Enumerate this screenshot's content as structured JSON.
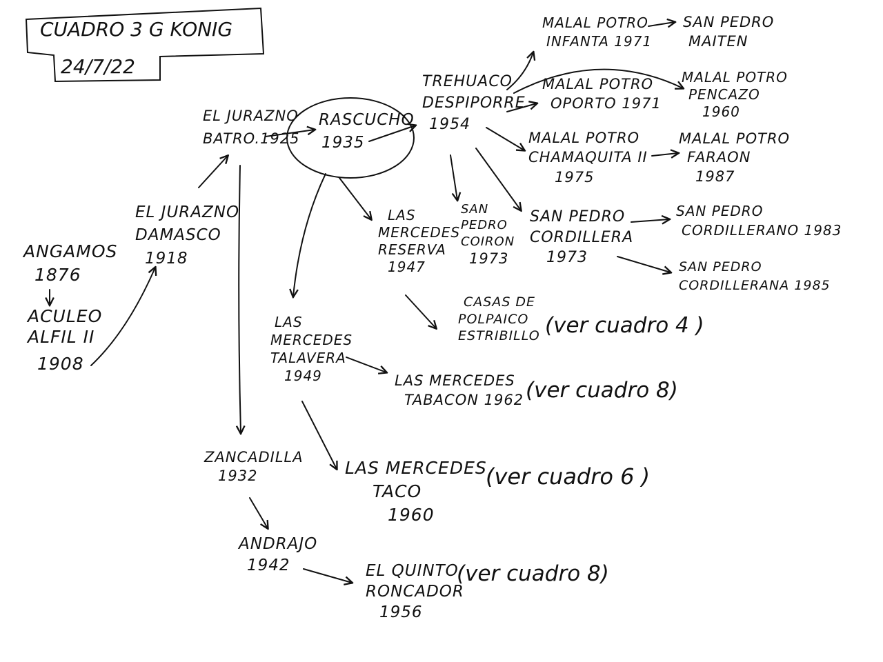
{
  "header": {
    "title": "CUADRO 3 G KONIG",
    "date": "24/7/22"
  },
  "nodes": {
    "angamos": {
      "lines": [
        "ANGAMOS",
        "1876"
      ]
    },
    "aculeo": {
      "lines": [
        "ACULEO",
        "ALFIL II"
      ]
    },
    "aculeo_year": {
      "lines": [
        "1908"
      ]
    },
    "eljurazno_damasco": {
      "lines": [
        "EL JURAZNO",
        "DAMASCO",
        "1918"
      ]
    },
    "eljurazno_batro": {
      "lines": [
        "EL JURAZNO",
        "BATRO.1925"
      ]
    },
    "rascucho": {
      "lines": [
        "RASCUCHO",
        "1935"
      ]
    },
    "trehuaco": {
      "lines": [
        "TREHUACO",
        "DESPIPORRE",
        "1954"
      ]
    },
    "malal_infanta": {
      "lines": [
        "MALAL POTRO",
        "INFANTA 1971"
      ]
    },
    "sanpedro_maiten": {
      "lines": [
        "SAN PEDRO",
        "MAITEN"
      ]
    },
    "malal_oporto": {
      "lines": [
        "MALAL POTRO",
        "OPORTO 1971"
      ]
    },
    "malal_pencazo": {
      "lines": [
        "MALAL POTRO",
        "PENCAZO",
        "1960"
      ]
    },
    "malal_chamaquita": {
      "lines": [
        "MALAL POTRO",
        "CHAMAQUITA II",
        "1975"
      ]
    },
    "malal_faraon": {
      "lines": [
        "MALAL POTRO",
        "FARAON",
        "1987"
      ]
    },
    "sanpedro_coiron": {
      "lines": [
        "SAN",
        "PEDRO",
        "COIRON",
        "1973"
      ]
    },
    "sanpedro_cordillera": {
      "lines": [
        "SAN PEDRO",
        "CORDILLERA",
        "1973"
      ]
    },
    "sanpedro_cordillerano": {
      "lines": [
        "SAN PEDRO",
        "CORDILLERANO 1983"
      ]
    },
    "sanpedro_cordillerana": {
      "lines": [
        "SAN PEDRO",
        "CORDILLERANA 1985"
      ]
    },
    "lasmercedes_reserva": {
      "lines": [
        "LAS",
        "MERCEDES",
        "RESERVA",
        "1947"
      ]
    },
    "casas_polpaico": {
      "lines": [
        "CASAS DE",
        "POLPAICO",
        "ESTRIBILLO"
      ]
    },
    "lasmercedes_talavera": {
      "lines": [
        "LAS",
        "MERCEDES",
        "TALAVERA",
        "1949"
      ]
    },
    "lasmercedes_tabacon": {
      "lines": [
        "LAS MERCEDES",
        "TABACON 1962"
      ]
    },
    "lasmercedes_taco": {
      "lines": [
        "LAS MERCEDES",
        "TACO",
        "1960"
      ]
    },
    "zancadilla": {
      "lines": [
        "ZANCADILLA",
        "1932"
      ]
    },
    "andrajo": {
      "lines": [
        "ANDRAJO",
        "1942"
      ]
    },
    "elquinto_roncador": {
      "lines": [
        "EL QUINTO",
        "RONCADOR",
        "1956"
      ]
    }
  },
  "notes": {
    "see_4": "(ver cuadro 4 )",
    "see_8a": "(ver cuadro 8)",
    "see_6": "(ver cuadro 6 )",
    "see_8b": "(ver cuadro 8)"
  },
  "colors": {
    "ink": "#111111",
    "paper": "#ffffff"
  }
}
